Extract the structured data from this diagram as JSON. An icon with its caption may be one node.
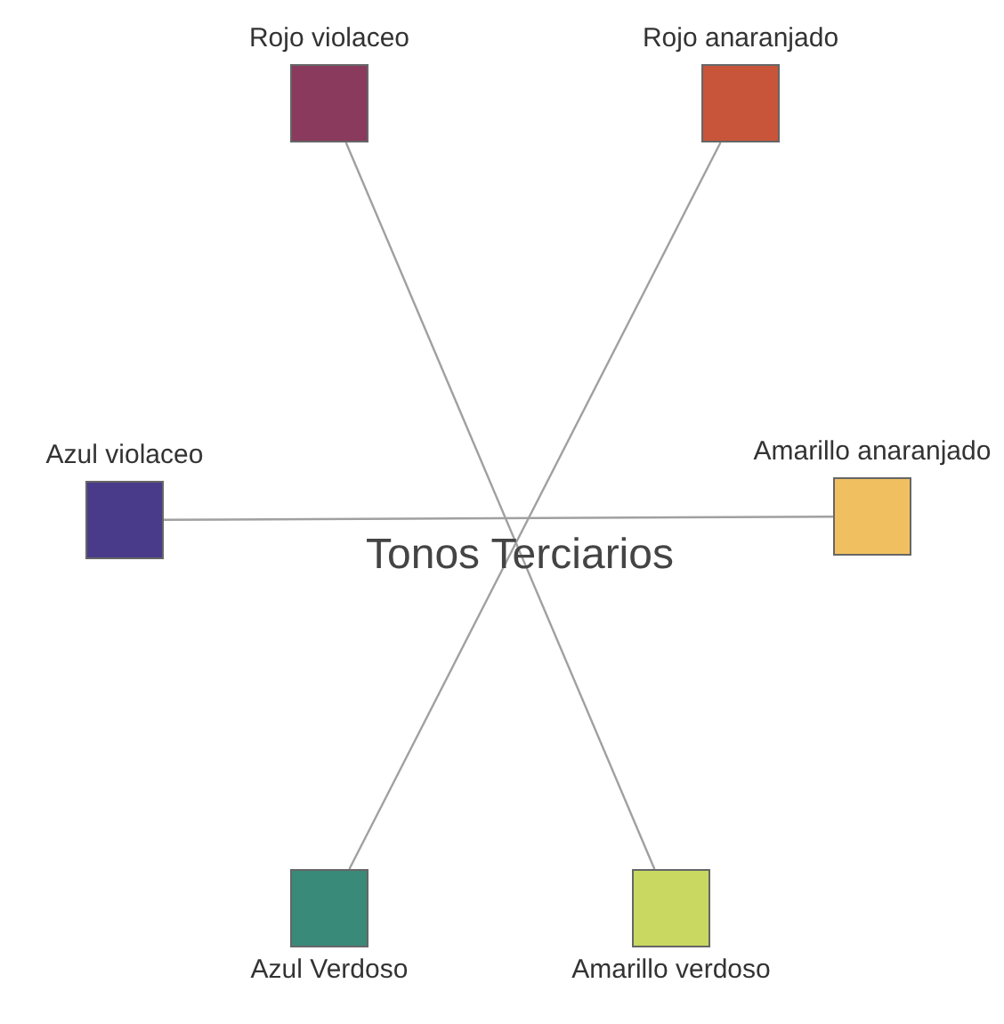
{
  "diagram": {
    "title": "Tonos Terciarios",
    "nodes": [
      {
        "text": [
          "Rojo violaceo"
        ]
      },
      {
        "text": [
          "Rojo anaranjado"
        ]
      },
      {
        "text": [
          "Azul violaceo"
        ]
      },
      {
        "text": [
          "Amarillo anaranjado"
        ]
      },
      {
        "text": [
          "Azul Verdoso"
        ]
      },
      {
        "text": [
          "Amarillo verdoso"
        ]
      }
    ],
    "edges": [
      {
        "from": 0,
        "to": 5,
        "arrow": "none"
      },
      {
        "from": 1,
        "to": 4,
        "arrow": "none"
      },
      {
        "from": 2,
        "to": 3,
        "arrow": "none"
      }
    ]
  }
}
